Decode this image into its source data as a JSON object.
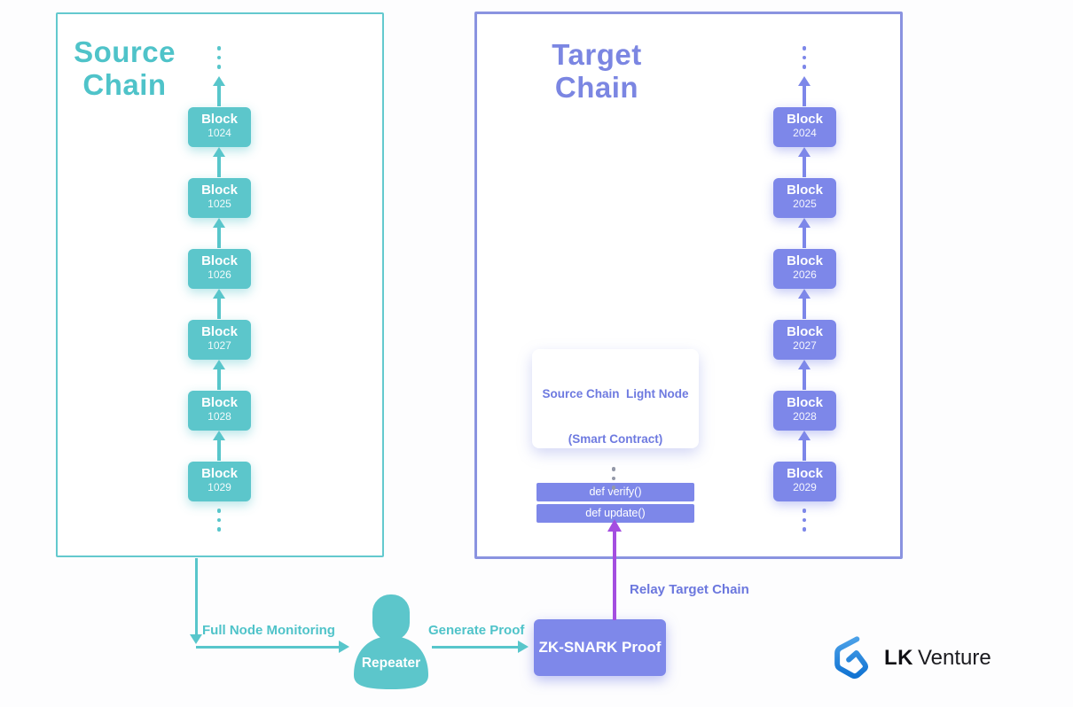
{
  "canvas": {
    "background": "#fdfdfe"
  },
  "source_chain": {
    "title_line1": "Source",
    "title_line2": "Chain",
    "accent_color": "#5cc6cb",
    "blocks": [
      {
        "label": "Block",
        "number": "1024"
      },
      {
        "label": "Block",
        "number": "1025"
      },
      {
        "label": "Block",
        "number": "1026"
      },
      {
        "label": "Block",
        "number": "1027"
      },
      {
        "label": "Block",
        "number": "1028"
      },
      {
        "label": "Block",
        "number": "1029"
      }
    ]
  },
  "target_chain": {
    "title_line1": "Target",
    "title_line2": "Chain",
    "accent_color": "#7d87e9",
    "blocks": [
      {
        "label": "Block",
        "number": "2024"
      },
      {
        "label": "Block",
        "number": "2025"
      },
      {
        "label": "Block",
        "number": "2026"
      },
      {
        "label": "Block",
        "number": "2027"
      },
      {
        "label": "Block",
        "number": "2028"
      },
      {
        "label": "Block",
        "number": "2029"
      }
    ]
  },
  "light_node": {
    "title_line1": "Source Chain  Light Node",
    "title_line2": "(Smart Contract)",
    "methods": [
      "def verify()",
      "def update()"
    ]
  },
  "flow": {
    "full_node_monitoring": "Full Node Monitoring",
    "repeater": "Repeater",
    "generate_proof": "Generate Proof",
    "zk_snark_proof": "ZK-SNARK Proof",
    "relay_target_chain": "Relay Target Chain",
    "relay_arrow_color": "#a44ee0"
  },
  "logo": {
    "name_bold": "LK",
    "name_regular": "Venture",
    "icon_color": "#1e86dc"
  }
}
